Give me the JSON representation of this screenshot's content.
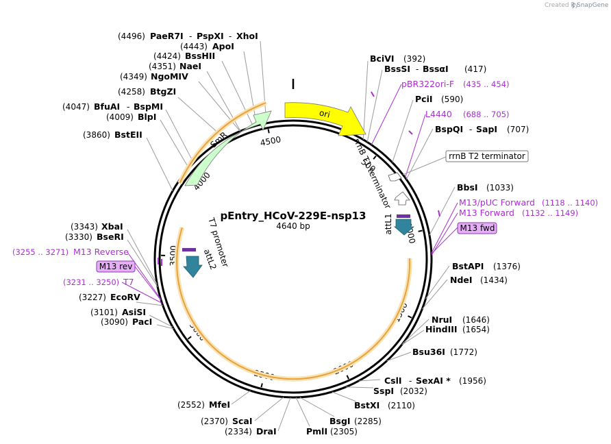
{
  "credit": {
    "prefix": "Created by",
    "brand": "SnapGene"
  },
  "plasmid": {
    "name": "pEntry_HCoV-229E-nsp13",
    "length_label": "4640 bp"
  },
  "ticks": [
    "500",
    "1000",
    "1500",
    "2000",
    "2500",
    "3000",
    "3500",
    "4000",
    "4500"
  ],
  "enzymes": [
    {
      "pos": "(4496)",
      "names": [
        "PaeR7I",
        "PspXI",
        "XhoI"
      ]
    },
    {
      "pos": "(4443)",
      "names": [
        "ApoI"
      ]
    },
    {
      "pos": "(4424)",
      "names": [
        "BssHII"
      ]
    },
    {
      "pos": "(4351)",
      "names": [
        "NaeI"
      ]
    },
    {
      "pos": "(4349)",
      "names": [
        "NgoMIV"
      ]
    },
    {
      "pos": "(4258)",
      "names": [
        "BtgZI"
      ]
    },
    {
      "pos": "(4047)",
      "names": [
        "BfuAI",
        "BspMI"
      ]
    },
    {
      "pos": "(4009)",
      "names": [
        "BlpI"
      ]
    },
    {
      "pos": "(3860)",
      "names": [
        "BstEII"
      ]
    },
    {
      "pos": "(3343)",
      "names": [
        "XbaI"
      ]
    },
    {
      "pos": "(3330)",
      "names": [
        "BseRI"
      ]
    },
    {
      "pos": "(3227)",
      "names": [
        "EcoRV"
      ]
    },
    {
      "pos": "(3101)",
      "names": [
        "AsiSI"
      ]
    },
    {
      "pos": "(3090)",
      "names": [
        "PacI"
      ]
    },
    {
      "pos": "(2552)",
      "names": [
        "MfeI"
      ]
    },
    {
      "pos": "(2370)",
      "names": [
        "ScaI"
      ]
    },
    {
      "pos": "(2334)",
      "names": [
        "DraI"
      ]
    },
    {
      "pos": "(2305)",
      "names": [
        "PmlI"
      ]
    },
    {
      "pos": "(2285)",
      "names": [
        "BsgI"
      ]
    },
    {
      "pos": "(2110)",
      "names": [
        "BstXI"
      ]
    },
    {
      "pos": "(2032)",
      "names": [
        "SspI"
      ]
    },
    {
      "pos": "(1956)",
      "names": [
        "CslI",
        "SexAI *"
      ]
    },
    {
      "pos": "(1772)",
      "names": [
        "Bsu36I"
      ]
    },
    {
      "pos": "(1654)",
      "names": [
        "HindIII"
      ]
    },
    {
      "pos": "(1646)",
      "names": [
        "NruI"
      ]
    },
    {
      "pos": "(1434)",
      "names": [
        "NdeI"
      ]
    },
    {
      "pos": "(1376)",
      "names": [
        "BstAPI"
      ]
    },
    {
      "pos": "(1033)",
      "names": [
        "BbsI"
      ]
    },
    {
      "pos": "(707)",
      "names": [
        "BspQI",
        "SapI"
      ]
    },
    {
      "pos": "(590)",
      "names": [
        "PciI"
      ]
    },
    {
      "pos": "(417)",
      "names": [
        "BssSI",
        "BssαI"
      ]
    },
    {
      "pos": "(392)",
      "names": [
        "BciVI"
      ]
    }
  ],
  "primers": [
    {
      "name": "pBR322ori-F",
      "range": "(435 .. 454)"
    },
    {
      "name": "L4440",
      "range": "(688 .. 705)"
    },
    {
      "name": "M13/pUC Forward",
      "range": "(1118 .. 1140)"
    },
    {
      "name": "M13 Forward",
      "range": "(1132 .. 1149)"
    },
    {
      "name": "M13 Reverse",
      "range": "(3255 .. 3271)"
    },
    {
      "name": "T7",
      "range": "(3231 .. 3250)"
    }
  ],
  "boxed_primers": [
    "M13 fwd",
    "M13 rev"
  ],
  "features": [
    {
      "name": "ori",
      "color": "#ffff00"
    },
    {
      "name": "SmR",
      "color": "#ccffcc"
    },
    {
      "name": "rrnB T1 terminator",
      "color": "#ffffff"
    },
    {
      "name": "rrnB T2 terminator",
      "color": "#ffffff"
    },
    {
      "name": "attL1",
      "color": "#31849b"
    },
    {
      "name": "attL2",
      "color": "#31849b"
    },
    {
      "name": "T7 promoter",
      "color": "#ffffff"
    }
  ],
  "colors": {
    "backbone": "#000000",
    "orf_arc": "#e8a23a",
    "orf_glow": "#f8e3b6",
    "primer": "#a92fd0",
    "primer_box": "#e5aef7"
  }
}
